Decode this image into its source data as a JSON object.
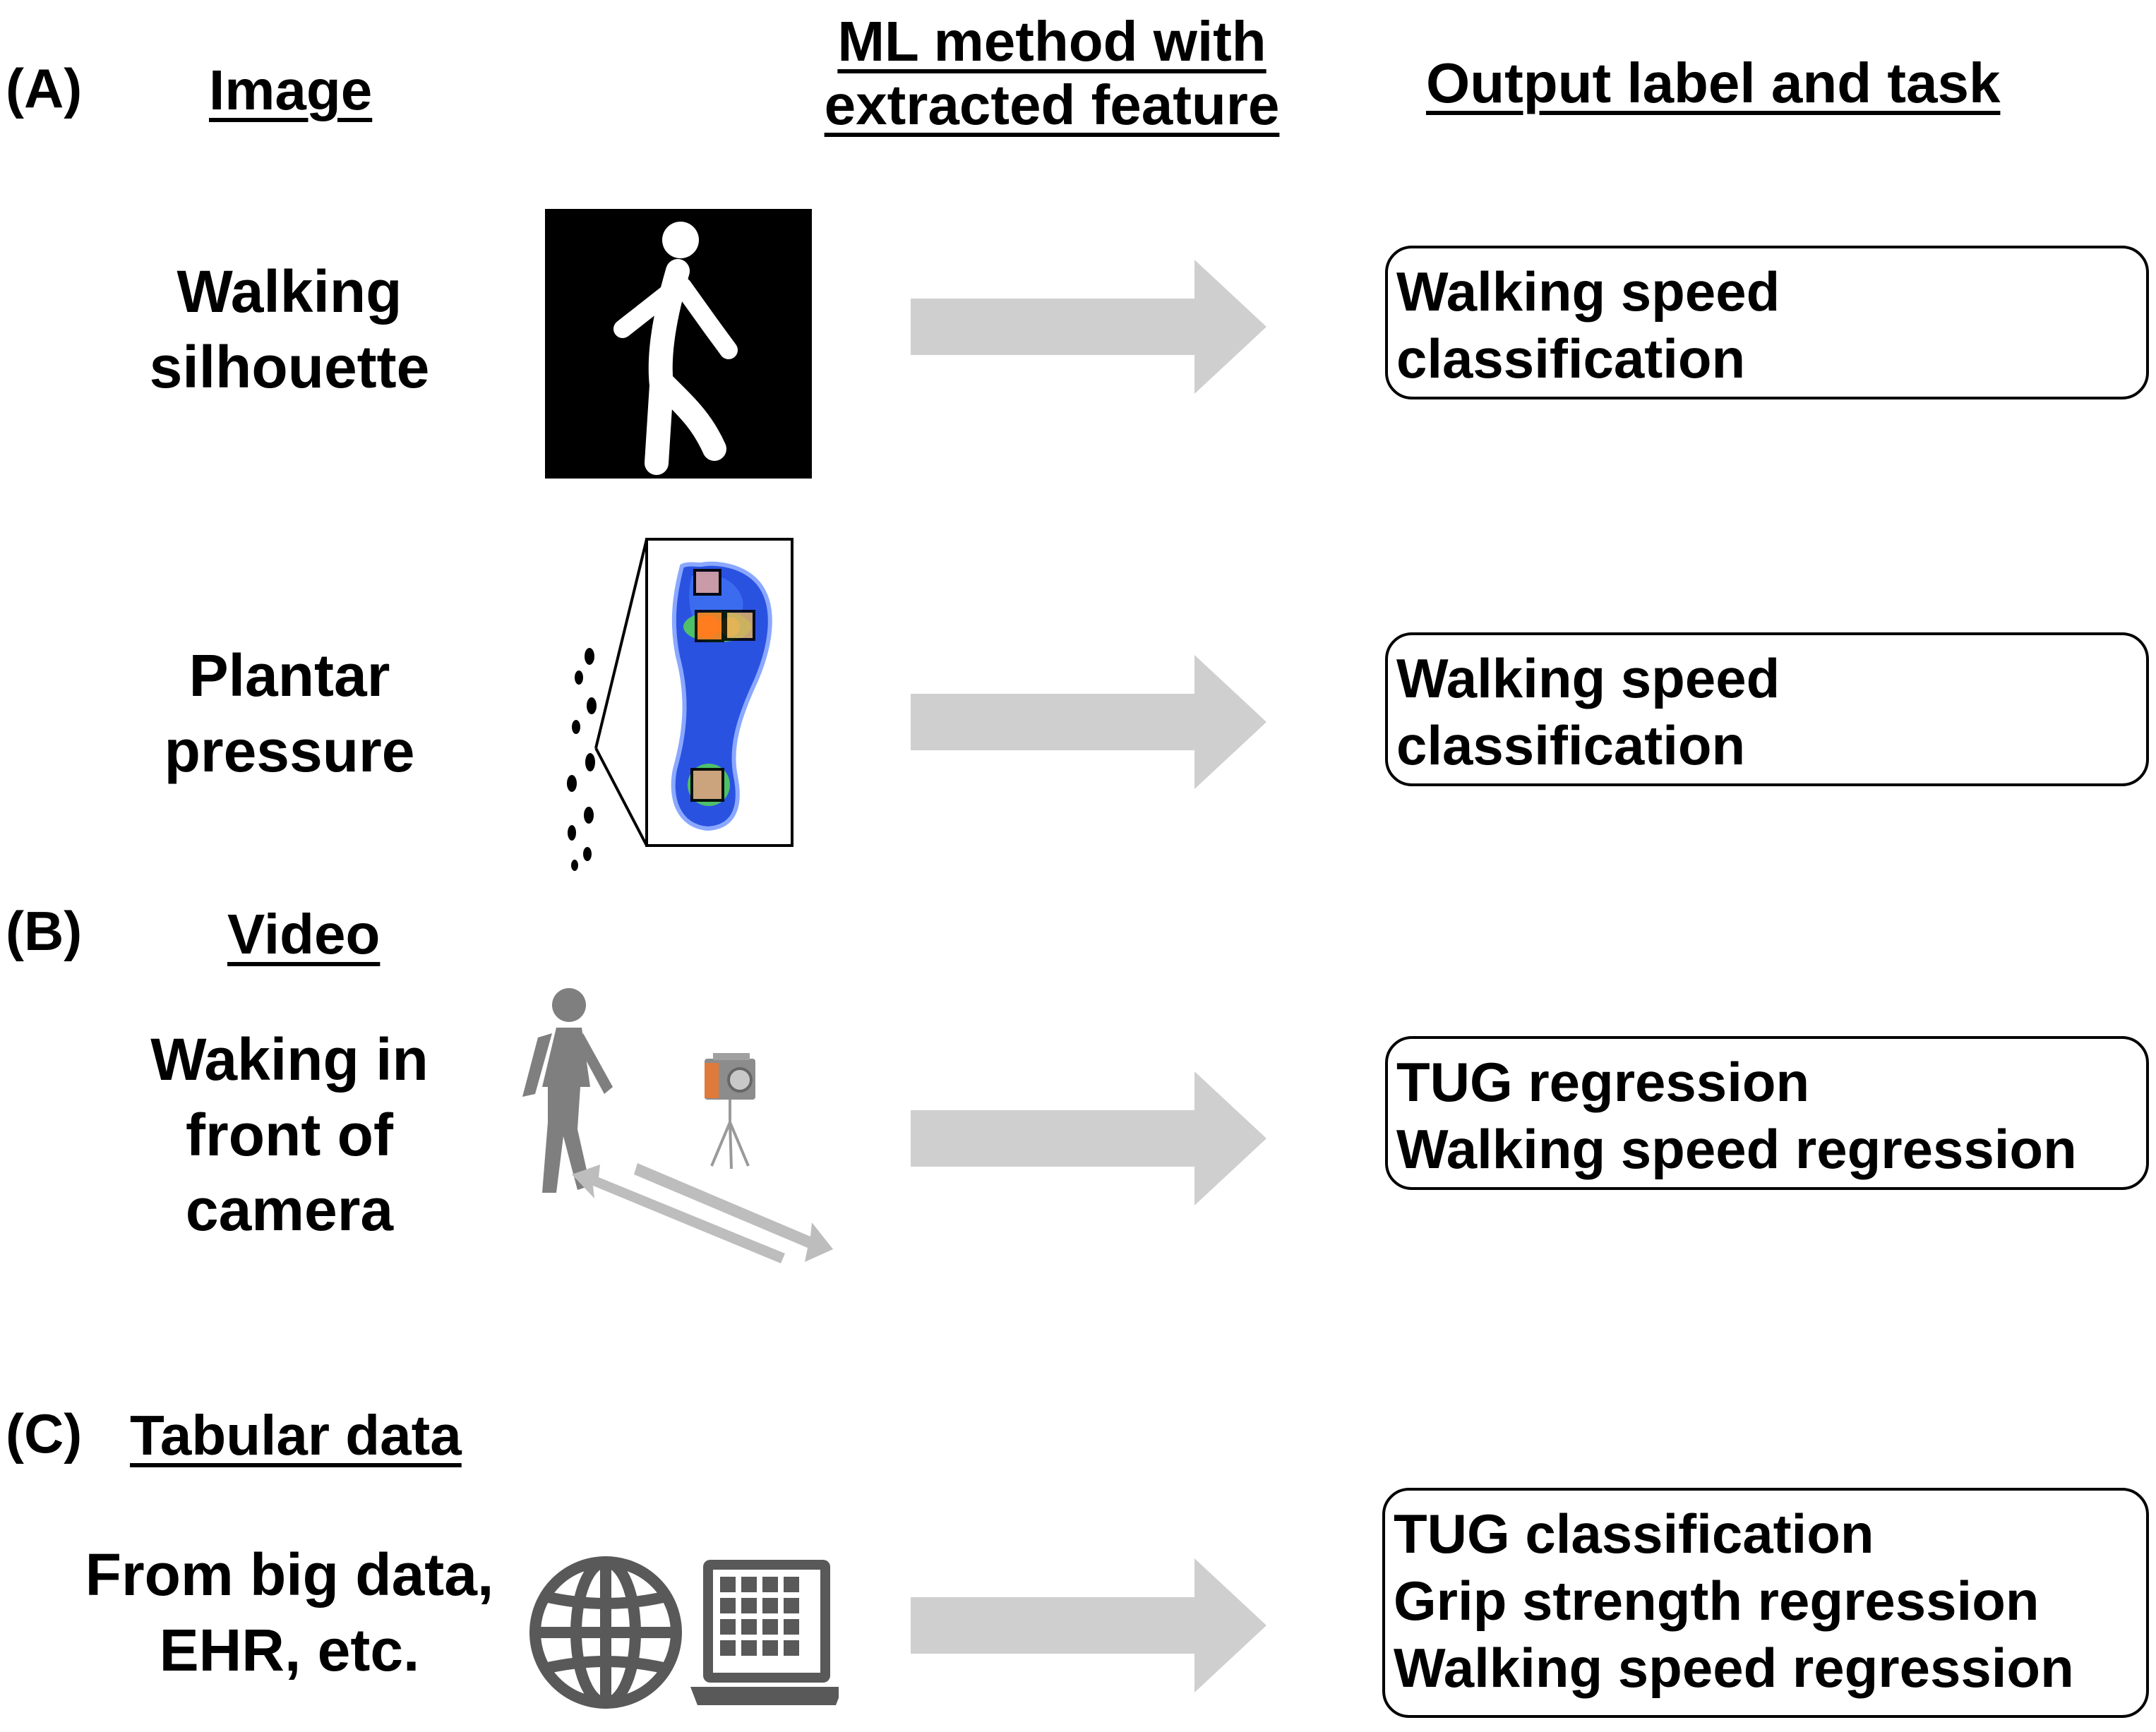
{
  "headers": {
    "image": "Image",
    "ml_method_line1": "ML method with",
    "ml_method_line2": "extracted feature",
    "output": "Output label and task"
  },
  "sections": {
    "a": "(A)",
    "b": "(B)",
    "b_title": "Video",
    "c": "(C)",
    "c_title": "Tabular data"
  },
  "rows": [
    {
      "label_lines": [
        "Walking",
        "silhouette"
      ],
      "outputs": [
        "Walking speed",
        "classification"
      ],
      "icon": "walking-silhouette-icon"
    },
    {
      "label_lines": [
        "Plantar",
        "pressure"
      ],
      "outputs": [
        "Walking speed",
        "classification"
      ],
      "icon": "plantar-pressure-map"
    },
    {
      "label_lines": [
        "Waking in",
        "front of",
        "camera"
      ],
      "outputs": [
        "TUG regression",
        "Walking speed regression"
      ],
      "icon": "walker-camera-icon"
    },
    {
      "label_lines": [
        "From big data,",
        "EHR, etc."
      ],
      "outputs": [
        "TUG classification",
        "Grip strength regression",
        "Walking speed regression"
      ],
      "icon": "globe-laptop-icon"
    }
  ],
  "colors": {
    "arrow": "#cfcfcf",
    "icon_gray": "#7f7f7f",
    "camera_arrow": "#bdbdbd",
    "pressure_blue": "#2a52e0"
  }
}
